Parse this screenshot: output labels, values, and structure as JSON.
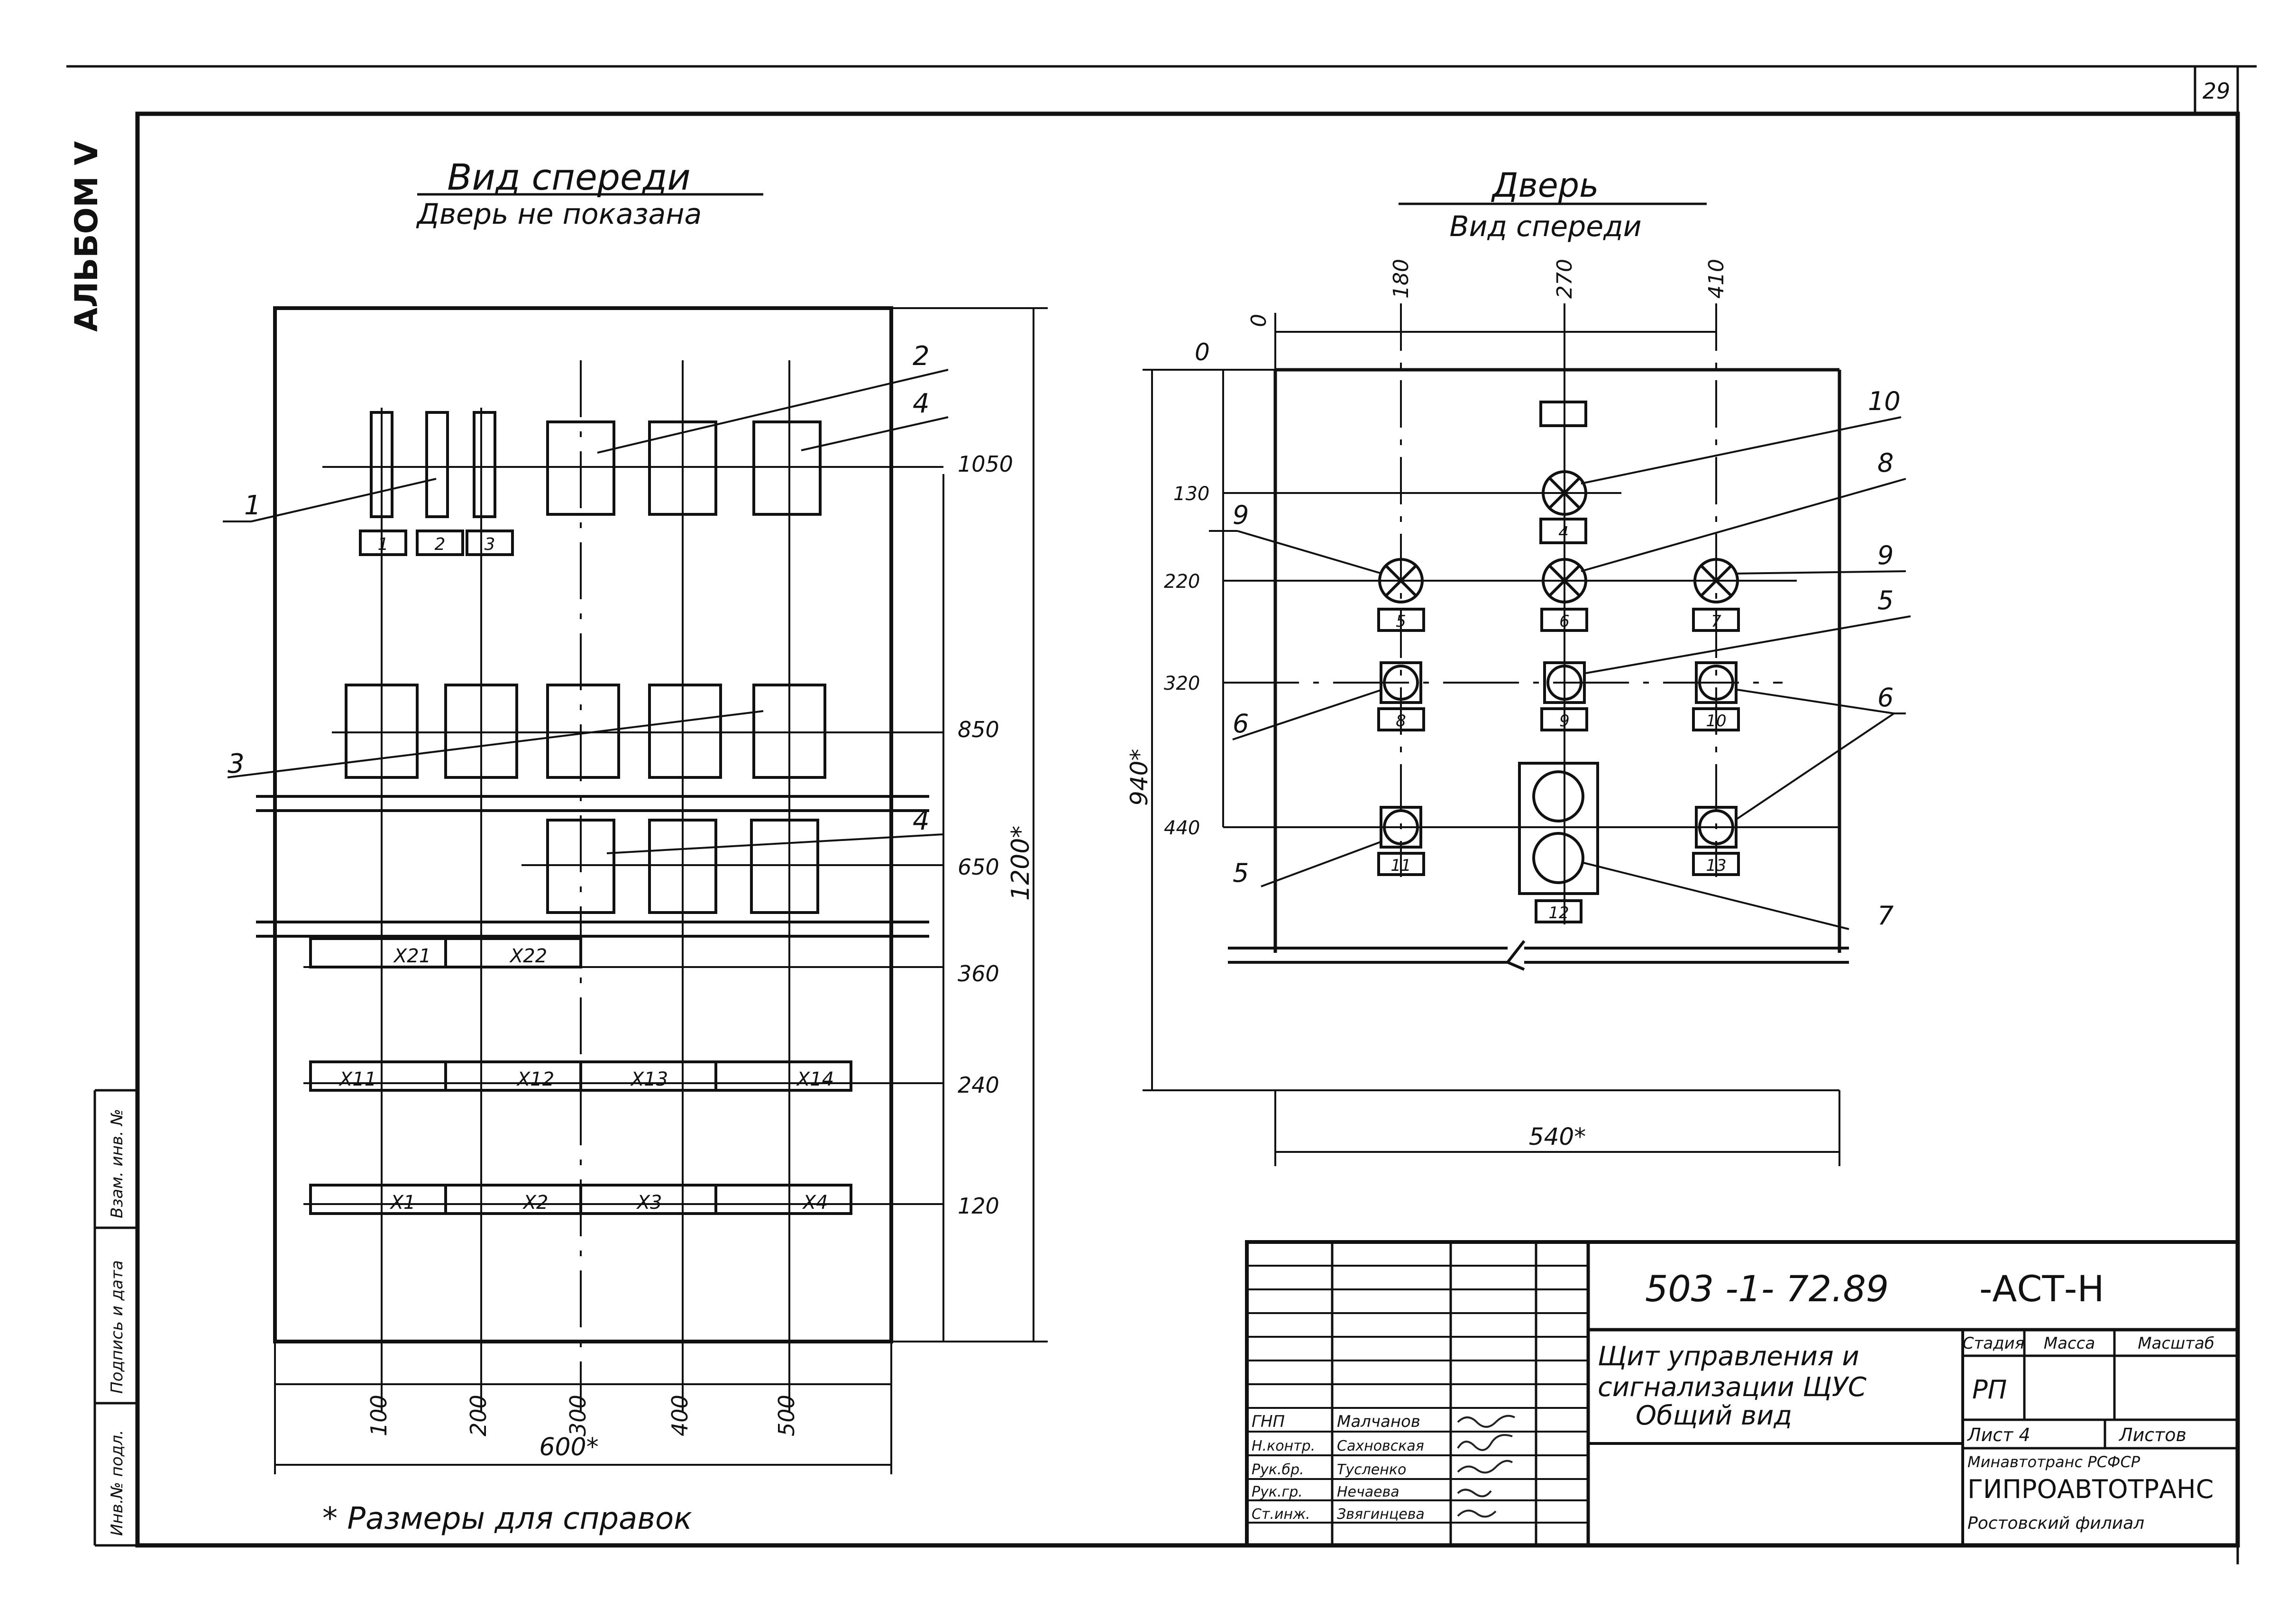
{
  "sheet": {
    "page_number": "29",
    "album_label": "АЛЬБОМ Ⅴ",
    "side_stamp": [
      "Инв.№ подл.",
      "Подпись и дата",
      "Взам. инв. №"
    ],
    "footnote": "* Размеры для справок"
  },
  "front_view": {
    "title": "Вид спереди",
    "subtitle": "Дверь не показана",
    "breaker_labels": [
      "1",
      "2",
      "3"
    ],
    "terminal_rows": [
      [
        "X21",
        "X22"
      ],
      [
        "X11",
        "X12",
        "X13",
        "X14"
      ],
      [
        "X1",
        "X2",
        "X3",
        "X4"
      ]
    ],
    "height_marks": [
      "1050",
      "850",
      "650",
      "360",
      "240",
      "120"
    ],
    "width_marks": [
      "100",
      "200",
      "300",
      "400",
      "500"
    ],
    "overall_height": "1200*",
    "overall_width": "600*",
    "callouts": [
      "1",
      "2",
      "4",
      "3",
      "4"
    ]
  },
  "door_view": {
    "title": "Дверь",
    "subtitle": "Вид спереди",
    "top_marks": [
      "0",
      "180",
      "270",
      "410"
    ],
    "left_marks": [
      "0",
      "130",
      "220",
      "320",
      "440"
    ],
    "overall_height": "940*",
    "overall_width": "540*",
    "element_labels": [
      "4",
      "5",
      "6",
      "7",
      "8",
      "9",
      "10",
      "11",
      "12",
      "13"
    ],
    "callouts": [
      "10",
      "9",
      "8",
      "9",
      "5",
      "6",
      "6",
      "5",
      "7"
    ]
  },
  "title_block": {
    "doc_number": "503 -1- 72.89",
    "doc_suffix": "-АСТ-Н",
    "title_lines": [
      "Щит управления и",
      "сигнализации ЩУС",
      "Общий вид"
    ],
    "stage_header": "Стадия",
    "mass_header": "Масса",
    "scale_header": "Масштаб",
    "stage_value": "РП",
    "sheet_label": "Лист 4",
    "sheets_label": "Листов",
    "org_lines": [
      "Минавтотранс РСФСР",
      "ГИПРОАВТОТРАНС",
      "Ростовский филиал"
    ],
    "signatures": [
      {
        "role": "ГНП",
        "name": "Малчанов"
      },
      {
        "role": "Н.контр.",
        "name": "Сахновская"
      },
      {
        "role": "Рук.бр.",
        "name": "Тусленко"
      },
      {
        "role": "Рук.гр.",
        "name": "Нечаева"
      },
      {
        "role": "Ст.инж.",
        "name": "Звягинцева"
      }
    ]
  }
}
